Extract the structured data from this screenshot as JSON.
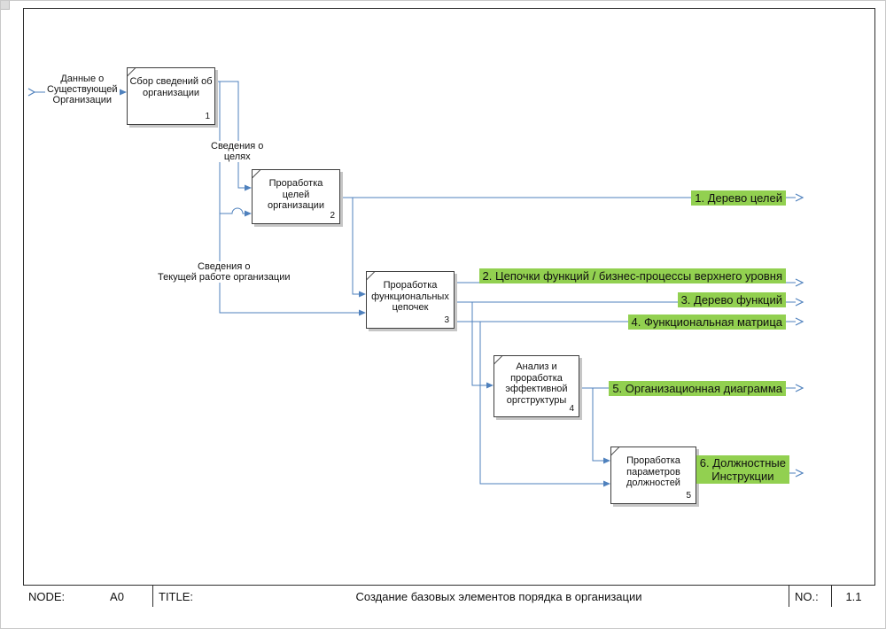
{
  "colors": {
    "line": "#4f81bd",
    "highlight": "#92d050"
  },
  "boxes": [
    {
      "label": "Сбор сведений об\nорганизации",
      "number": "1"
    },
    {
      "label": "Проработка целей\nорганизации",
      "number": "2"
    },
    {
      "label": "Проработка\nфункциональных\nцепочек",
      "number": "3"
    },
    {
      "label": "Анализ и\nпроработка\nэффективной\nоргструктуры",
      "number": "4"
    },
    {
      "label": "Проработка\nпараметров\nдолжностей",
      "number": "5"
    }
  ],
  "flow_labels": [
    {
      "text": "Данные о\nСуществующей\nОрганизации"
    },
    {
      "text": "Сведения о\nцелях"
    },
    {
      "text": "Сведения о\nТекущей работе организации"
    }
  ],
  "outputs": [
    {
      "text": "1. Дерево целей"
    },
    {
      "text": "2. Цепочки функций / бизнес-процессы верхнего уровня"
    },
    {
      "text": "3. Дерево функций"
    },
    {
      "text": "4. Функциональная матрица"
    },
    {
      "text": "5. Организационная диаграмма"
    },
    {
      "text": "6. Должностные\nИнструкции"
    }
  ],
  "footer": {
    "node_label": "NODE:",
    "node_value": "A0",
    "title_label": "TITLE:",
    "title_value": "Создание базовых элементов порядка в организации",
    "no_label": "NO.:",
    "no_value": "1.1"
  }
}
